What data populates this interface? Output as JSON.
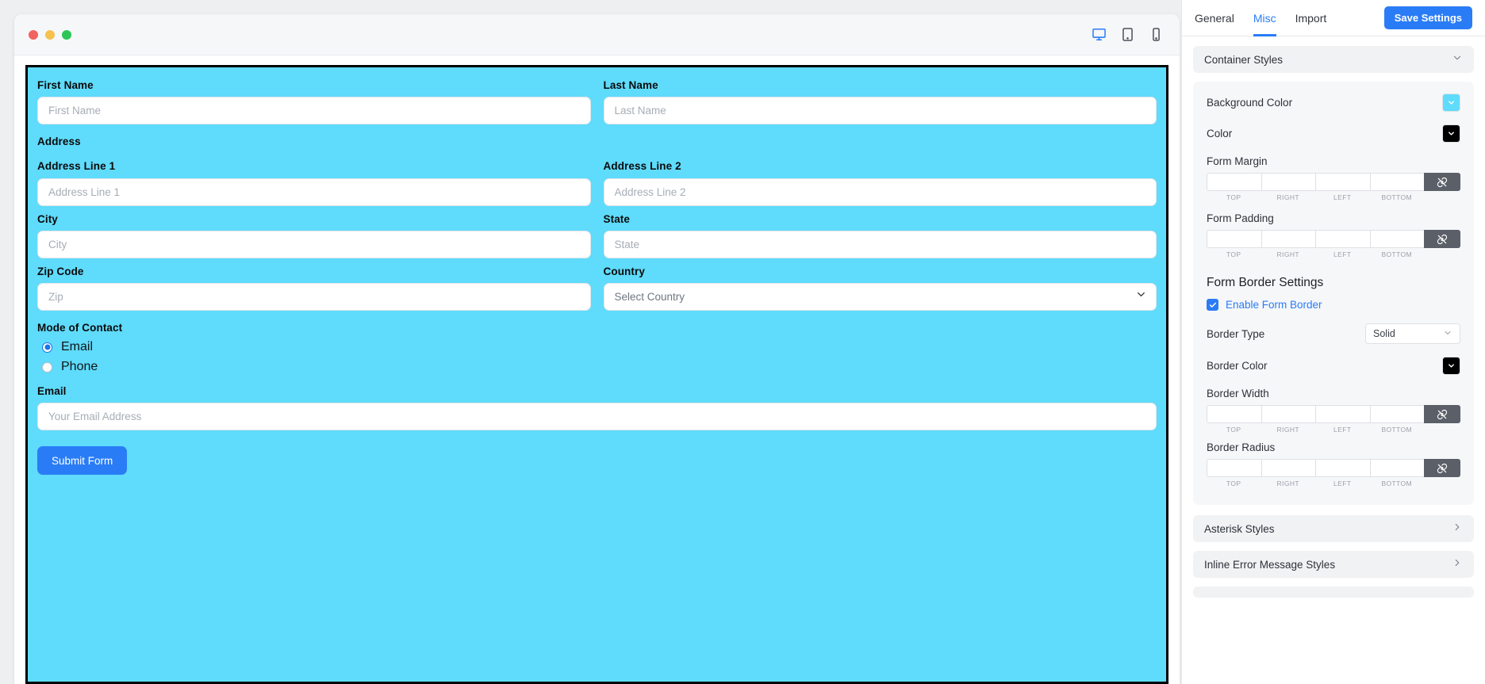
{
  "window": {
    "traffic_lights": [
      "close",
      "minimize",
      "maximize"
    ],
    "device_modes": [
      "desktop-icon",
      "tablet-icon",
      "mobile-icon"
    ]
  },
  "form": {
    "background_color": "#5FDBFB",
    "border_color": "#000000",
    "fields": {
      "first_name": {
        "label": "First Name",
        "placeholder": "First Name",
        "value": ""
      },
      "last_name": {
        "label": "Last Name",
        "placeholder": "Last Name",
        "value": ""
      },
      "address_header": {
        "label": "Address"
      },
      "address1": {
        "label": "Address Line 1",
        "placeholder": "Address Line 1",
        "value": ""
      },
      "address2": {
        "label": "Address Line 2",
        "placeholder": "Address Line 2",
        "value": ""
      },
      "city": {
        "label": "City",
        "placeholder": "City",
        "value": ""
      },
      "state": {
        "label": "State",
        "placeholder": "State",
        "value": ""
      },
      "zip": {
        "label": "Zip Code",
        "placeholder": "Zip",
        "value": ""
      },
      "country": {
        "label": "Country",
        "placeholder": "Select Country",
        "value": "Select Country"
      },
      "mode": {
        "label": "Mode of Contact"
      },
      "email": {
        "label": "Email",
        "placeholder": "Your Email Address",
        "value": ""
      }
    },
    "radios": [
      {
        "label": "Email",
        "selected": true
      },
      {
        "label": "Phone",
        "selected": false
      }
    ],
    "submit_label": "Submit Form"
  },
  "sidebar": {
    "tabs": [
      {
        "label": "General",
        "active": false
      },
      {
        "label": "Misc",
        "active": true
      },
      {
        "label": "Import",
        "active": false
      }
    ],
    "save_label": "Save Settings",
    "accordion_top": {
      "title": "Container Styles",
      "chevron": "chevron-down-icon"
    },
    "container_card": {
      "background_color": {
        "label": "Background Color",
        "swatch": "#5FDBFB"
      },
      "color": {
        "label": "Color",
        "swatch": "#000000"
      },
      "form_margin": {
        "label": "Form Margin",
        "captions": [
          "TOP",
          "RIGHT",
          "LEFT",
          "BOTTOM"
        ],
        "values": [
          "",
          "",
          "",
          ""
        ]
      },
      "form_padding": {
        "label": "Form Padding",
        "captions": [
          "TOP",
          "RIGHT",
          "LEFT",
          "BOTTOM"
        ],
        "values": [
          "",
          "",
          "",
          ""
        ]
      },
      "border_settings": {
        "heading": "Form Border Settings",
        "enable": {
          "label": "Enable Form Border",
          "checked": true
        },
        "border_type": {
          "label": "Border Type",
          "value": "Solid"
        },
        "border_color": {
          "label": "Border Color",
          "swatch": "#000000"
        },
        "border_width": {
          "label": "Border Width",
          "captions": [
            "TOP",
            "RIGHT",
            "LEFT",
            "BOTTOM"
          ],
          "values": [
            "",
            "",
            "",
            ""
          ]
        },
        "border_radius": {
          "label": "Border Radius",
          "captions": [
            "TOP",
            "RIGHT",
            "LEFT",
            "BOTTOM"
          ],
          "values": [
            "",
            "",
            "",
            ""
          ]
        }
      }
    },
    "accordions_bottom": [
      {
        "title": "Asterisk Styles",
        "chevron": "chevron-right-icon"
      },
      {
        "title": "Inline Error Message Styles",
        "chevron": "chevron-right-icon"
      }
    ]
  }
}
